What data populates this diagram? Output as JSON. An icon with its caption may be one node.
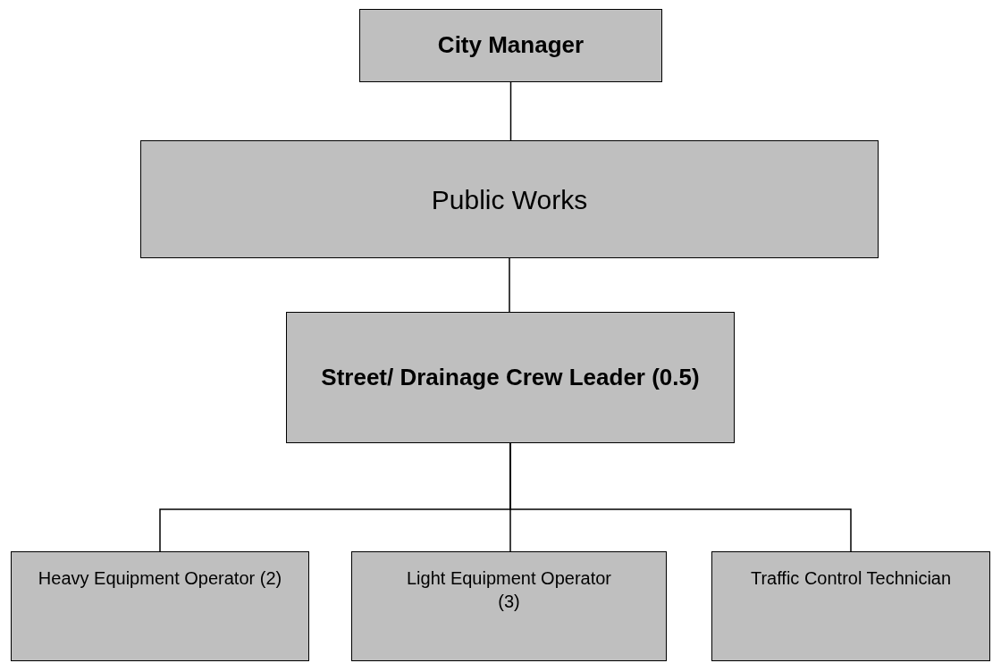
{
  "diagram": {
    "nodes": [
      {
        "text": [
          "City Manager"
        ]
      },
      {
        "text": [
          "Public Works"
        ]
      },
      {
        "text": [
          "Street/ Drainage Crew Leader (0.5)"
        ]
      },
      {
        "text": [
          "Heavy Equipment Operator (2)"
        ]
      },
      {
        "text": [
          "Light Equipment Operator (3)"
        ]
      },
      {
        "text": [
          "Traffic Control Technician"
        ]
      }
    ],
    "edges": [
      {
        "from": 0,
        "to": 1,
        "arrow": "none"
      },
      {
        "from": 1,
        "to": 2,
        "arrow": "none"
      },
      {
        "from": 2,
        "to": 3,
        "arrow": "none"
      },
      {
        "from": 2,
        "to": 4,
        "arrow": "none"
      },
      {
        "from": 2,
        "to": 5,
        "arrow": "none"
      }
    ]
  }
}
